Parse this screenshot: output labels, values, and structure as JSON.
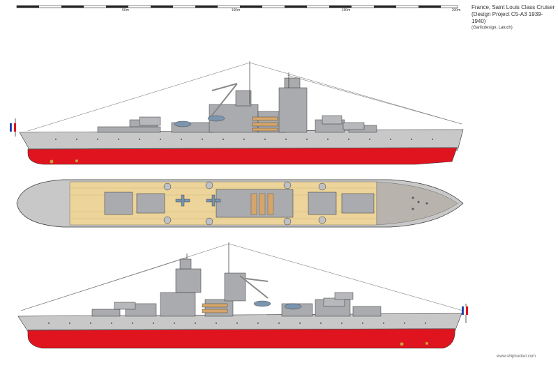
{
  "title": {
    "line1": "France, Saint Louis Class Cruiser",
    "line2": "(Design Project C5-A3 1939-1940)",
    "line3": "(Garlicdesign, Latuch)"
  },
  "scale": {
    "labels": [
      "50m",
      "100m",
      "150m",
      "200m"
    ]
  },
  "watermark": "www.shipbucket.com",
  "colors": {
    "hull_upper": "#c8c8c8",
    "hull_lower": "#e0141e",
    "deck_wood": "#ecd49a",
    "steel": "#a9abae",
    "outline": "#333333",
    "boot_top": "#6a6a6a"
  },
  "views": {
    "starboard": "profile-starboard",
    "top": "plan-top",
    "port": "profile-port"
  }
}
